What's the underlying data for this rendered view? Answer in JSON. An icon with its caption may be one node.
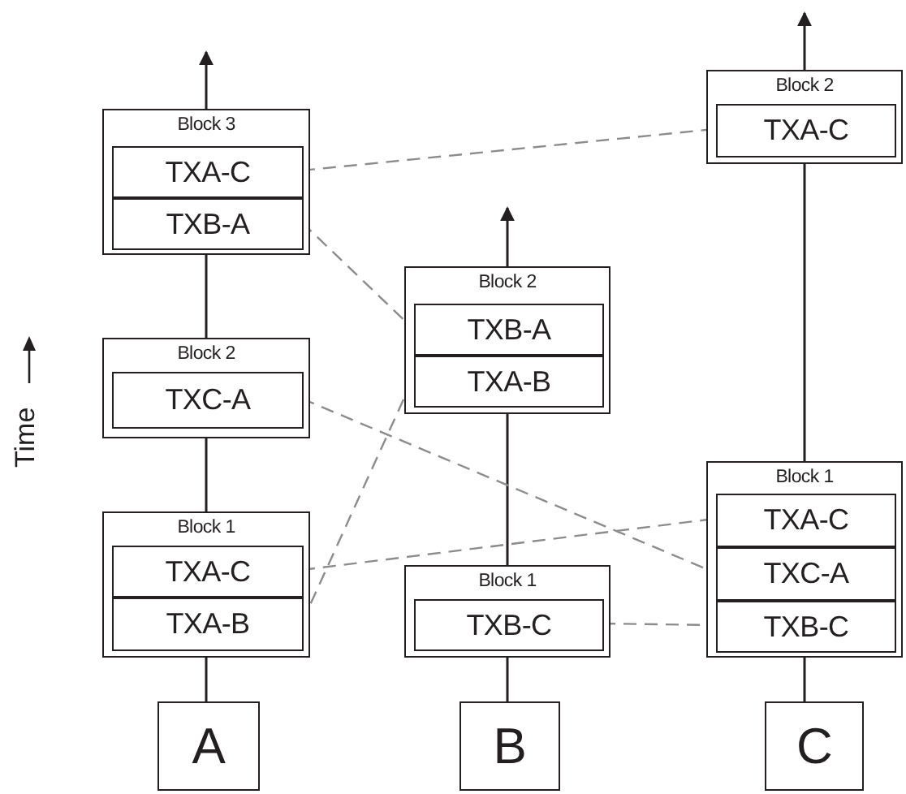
{
  "diagram": {
    "nodes": [
      {
        "text": [
          "Block 3"
        ]
      },
      {
        "text": [
          "TXA-C"
        ],
        "in": 0
      },
      {
        "text": [
          "TXB-A"
        ],
        "in": 0
      },
      {
        "text": [
          "Block 2"
        ]
      },
      {
        "text": [
          "TXC-A"
        ],
        "in": 3
      },
      {
        "text": [
          "Block 1"
        ]
      },
      {
        "text": [
          "TXA-C"
        ],
        "in": 5
      },
      {
        "text": [
          "TXA-B"
        ],
        "in": 5
      },
      {
        "text": [
          "A"
        ]
      },
      {
        "text": [
          "Block 2"
        ]
      },
      {
        "text": [
          "TXB-A"
        ],
        "in": 9
      },
      {
        "text": [
          "TXA-B"
        ],
        "in": 9
      },
      {
        "text": [
          "Block 1"
        ]
      },
      {
        "text": [
          "TXB-C"
        ],
        "in": 12
      },
      {
        "text": [
          "B"
        ]
      },
      {
        "text": [
          "Block 2"
        ]
      },
      {
        "text": [
          "TXA-C"
        ],
        "in": 15
      },
      {
        "text": [
          "Block 1"
        ]
      },
      {
        "text": [
          "TXA-C"
        ],
        "in": 17
      },
      {
        "text": [
          "TXC-A"
        ],
        "in": 17
      },
      {
        "text": [
          "TXB-C"
        ],
        "in": 17
      },
      {
        "text": [
          "C"
        ]
      }
    ],
    "edges": [
      {
        "from": 8,
        "to": 5,
        "arrow": "none"
      },
      {
        "from": 5,
        "to": 3,
        "arrow": "none"
      },
      {
        "from": 3,
        "to": 0,
        "arrow": "none"
      },
      {
        "from": 0,
        "to": null,
        "arrow": "to"
      },
      {
        "from": 14,
        "to": 12,
        "arrow": "none"
      },
      {
        "from": 12,
        "to": 9,
        "arrow": "none"
      },
      {
        "from": 9,
        "to": null,
        "arrow": "to"
      },
      {
        "from": 21,
        "to": 17,
        "arrow": "none"
      },
      {
        "from": 17,
        "to": 15,
        "arrow": "none"
      },
      {
        "from": 15,
        "to": null,
        "arrow": "to"
      },
      {
        "from": 1,
        "to": 16,
        "arrow": "none",
        "style": "dashed",
        "color": "#8c8c8c"
      },
      {
        "from": 2,
        "to": 10,
        "arrow": "none",
        "style": "dashed",
        "color": "#8c8c8c"
      },
      {
        "from": 4,
        "to": 19,
        "arrow": "none",
        "style": "dashed",
        "color": "#8c8c8c"
      },
      {
        "from": 6,
        "to": 18,
        "arrow": "none",
        "style": "dashed",
        "color": "#8c8c8c"
      },
      {
        "from": 7,
        "to": 11,
        "arrow": "none",
        "style": "dashed",
        "color": "#8c8c8c"
      },
      {
        "from": 13,
        "to": 20,
        "arrow": "none",
        "style": "dashed",
        "color": "#8c8c8c"
      }
    ],
    "labels": [
      "Time"
    ]
  }
}
